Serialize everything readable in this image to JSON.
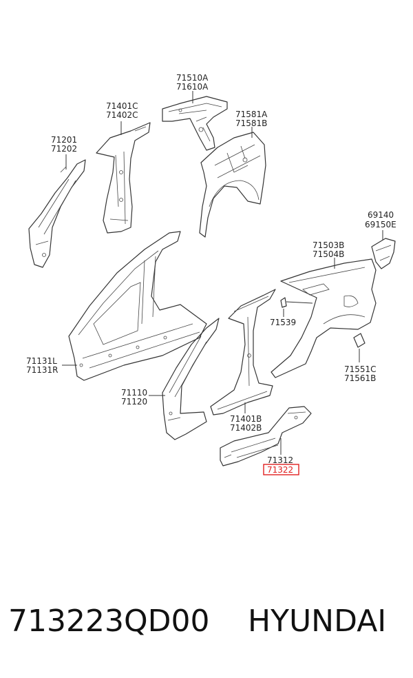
{
  "labels": {
    "p71510": [
      "71510A",
      "71610A"
    ],
    "p71401c": [
      "71401C",
      "71402C"
    ],
    "p71581": [
      "71581A",
      "71581B"
    ],
    "p71201": [
      "71201",
      "71202"
    ],
    "p69140": [
      "69140",
      "69150E"
    ],
    "p71503": [
      "71503B",
      "71504B"
    ],
    "p71539": [
      "71539"
    ],
    "p71131": [
      "71131L",
      "71131R"
    ],
    "p71551": [
      "71551C",
      "71561B"
    ],
    "p71110": [
      "71110",
      "71120"
    ],
    "p71401b": [
      "71401B",
      "71402B"
    ],
    "p71312": [
      "71312",
      "71322"
    ]
  },
  "highlight": {
    "label": "71322",
    "color": "#e02020"
  },
  "caption": {
    "part_number": "713223QD00",
    "brand": "HYUNDAI"
  }
}
